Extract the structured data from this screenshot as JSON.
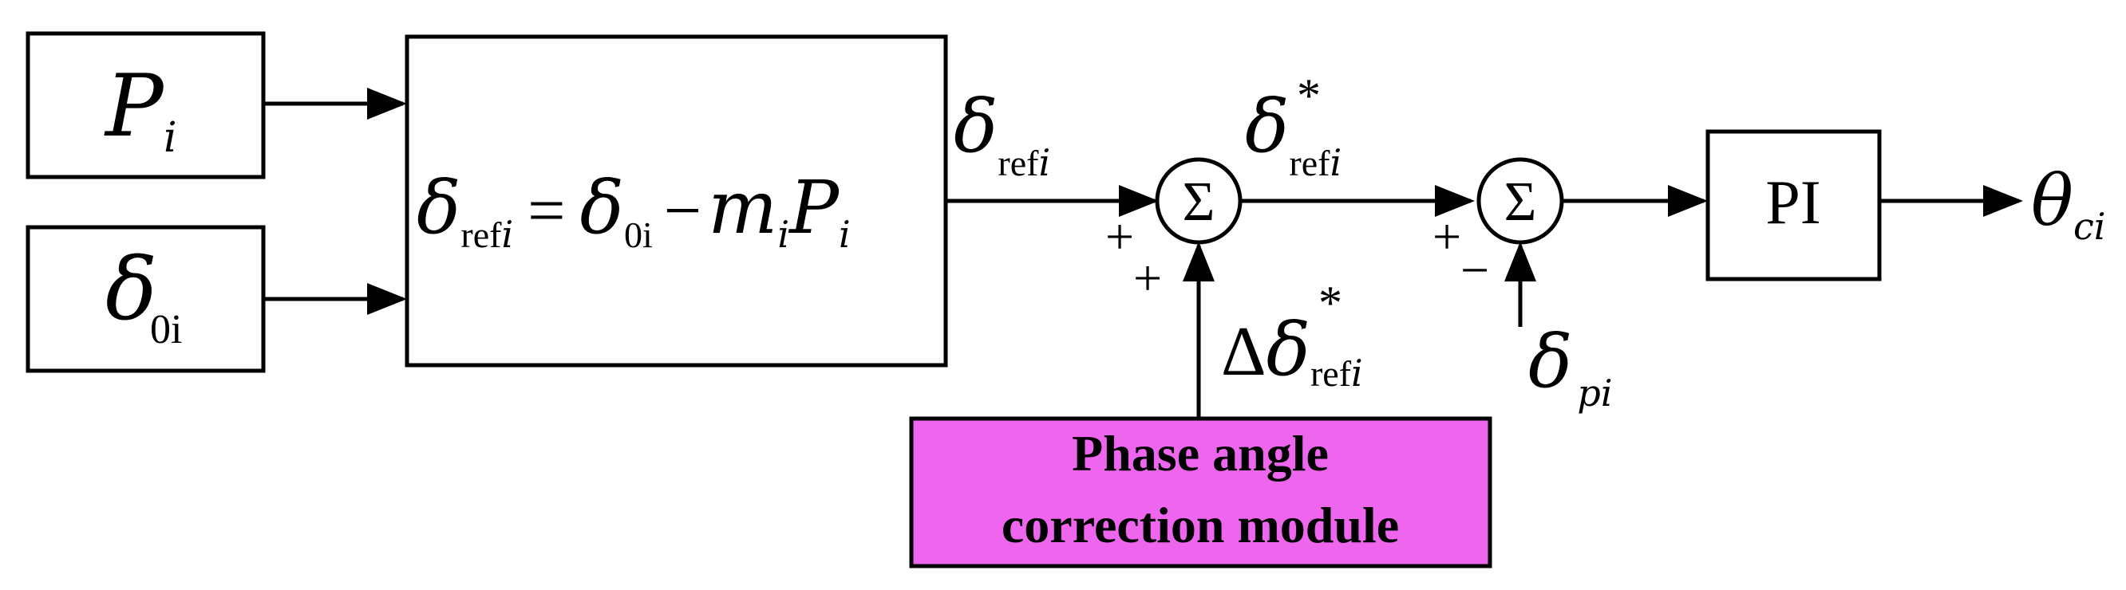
{
  "colors": {
    "stroke": "#000000",
    "background": "#ffffff",
    "module_fill": "#ee66ee"
  },
  "symbols": {
    "p": "P",
    "delta": "δ",
    "theta": "θ",
    "m": "m",
    "capital_delta": "Δ",
    "sum": "Σ",
    "star": "*",
    "equals": "=",
    "minus": "−",
    "plus": "+"
  },
  "subscripts": {
    "i": "i",
    "zero_i": "0i",
    "ref": "ref",
    "pi": "pi",
    "ci": "ci"
  },
  "blocks": {
    "pi_controller": "PI",
    "module_line1": "Phase angle",
    "module_line2": "correction module"
  },
  "signs": {
    "sum1_top": "+",
    "sum1_bottom": "+",
    "sum2_top": "+",
    "sum2_bottom": "−"
  }
}
